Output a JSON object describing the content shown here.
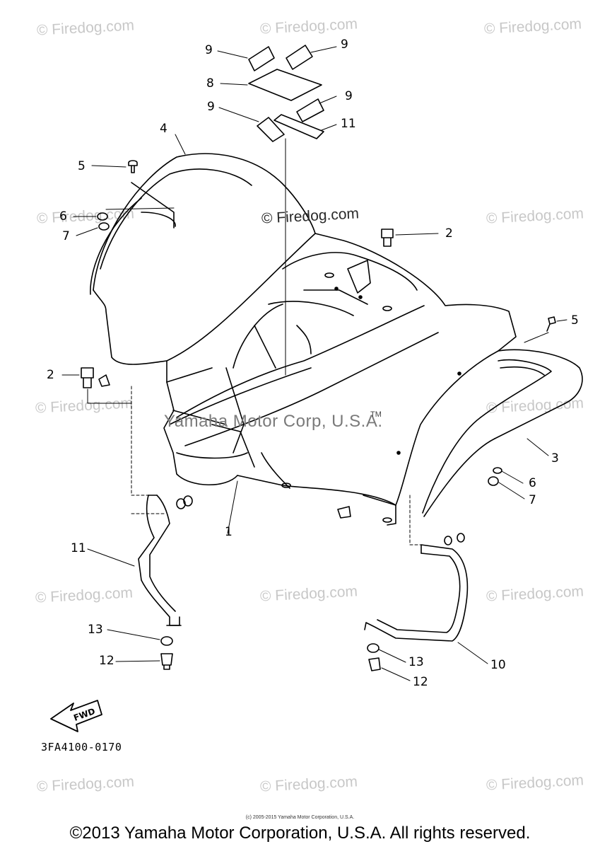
{
  "watermark": "© Firedog.com",
  "watermark_center": "© Firedog.com",
  "watermark_corp": "Yamaha Motor Corp, U.S.A.",
  "trademark": "TM",
  "fwd_label": "FWD",
  "part_code": "3FA4100-0170",
  "small_copyright": "(c) 2005-2015 Yamaha Motor Corporation, U.S.A.",
  "copyright": "©2013 Yamaha Motor Corporation, U.S.A. All rights reserved.",
  "callouts": {
    "c9a": "9",
    "c9b": "9",
    "c8": "8",
    "c9c": "9",
    "c9d": "9",
    "c11a": "11",
    "c4": "4",
    "c5a": "5",
    "c6a": "6",
    "c7a": "7",
    "c2a": "2",
    "c2b": "2",
    "c5b": "5",
    "c3": "3",
    "c6b": "6",
    "c7b": "7",
    "c1": "1",
    "c11b": "11",
    "c13a": "13",
    "c12a": "12",
    "c13b": "13",
    "c12b": "12",
    "c10": "10"
  }
}
